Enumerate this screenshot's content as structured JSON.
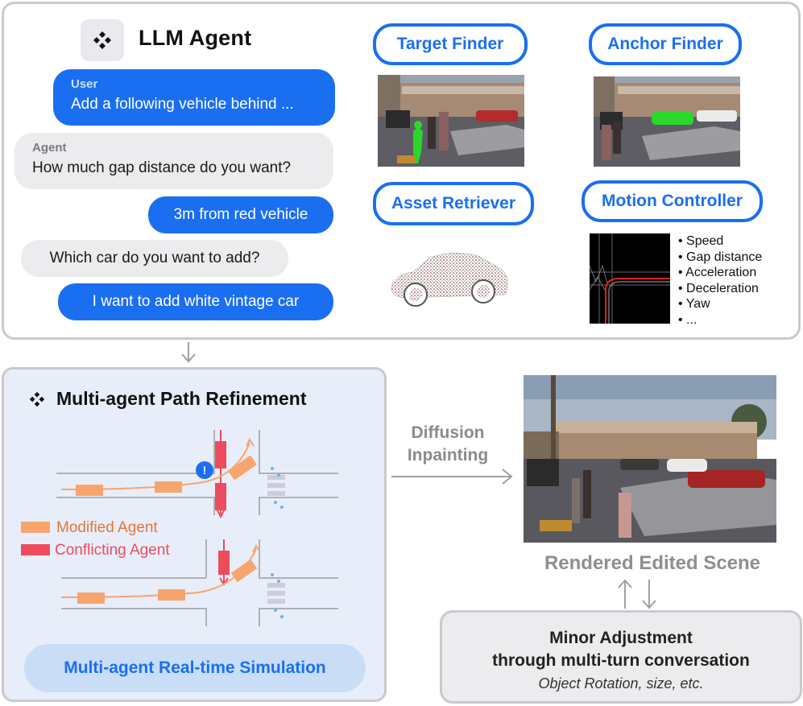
{
  "llm_agent": {
    "title": "LLM Agent",
    "icon": "diamond-cluster-icon",
    "messages": [
      {
        "role": "user",
        "who": "User",
        "text": "Add a following vehicle behind ..."
      },
      {
        "role": "agent",
        "who": "Agent",
        "text": "How much gap distance do you want?"
      },
      {
        "role": "user",
        "who": "",
        "text": "3m from red vehicle"
      },
      {
        "role": "agent",
        "who": "",
        "text": "Which car do you want to add?"
      },
      {
        "role": "user",
        "who": "",
        "text": "I want to add white vintage car"
      }
    ]
  },
  "tools": {
    "target_finder": "Target Finder",
    "anchor_finder": "Anchor Finder",
    "asset_retriever": "Asset Retriever",
    "motion_controller": "Motion Controller"
  },
  "motion_params": [
    "Speed",
    "Gap distance",
    "Acceleration",
    "Deceleration",
    "Yaw",
    "..."
  ],
  "refinement": {
    "title": "Multi-agent Path Refinement",
    "legend_modified": "Modified Agent",
    "legend_conflicting": "Conflicting Agent",
    "simulation_button": "Multi-agent Real-time Simulation",
    "warning_glyph": "!"
  },
  "diffusion_label_line1": "Diffusion",
  "diffusion_label_line2": "Inpainting",
  "rendered_label": "Rendered Edited Scene",
  "minor_adjustment": {
    "line1": "Minor Adjustment",
    "line2": "through multi-turn conversation",
    "line3": "Object Rotation, size, etc."
  },
  "colors": {
    "accent_blue": "#1a6ff1",
    "modified_agent": "#f7a56e",
    "conflicting_agent": "#ee4b5e",
    "highlight_green": "#22cc22",
    "panel_border": "#c9c9cf"
  }
}
